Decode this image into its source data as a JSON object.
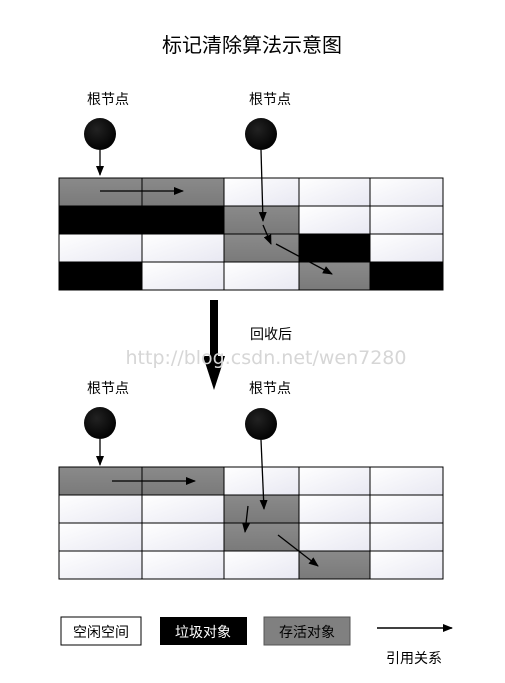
{
  "title": "标记清除算法示意图",
  "root_label": "根节点",
  "after_label": "回收后",
  "watermark": "http://blog.csdn.net/wen7280",
  "legend": {
    "free": "空闲空间",
    "garbage": "垃圾对象",
    "live": "存活对象",
    "reference": "引用关系"
  },
  "colors": {
    "free": "#ffffff",
    "garbage": "#000000",
    "live": "#808080",
    "node": "#000000",
    "watermark": "#d6d6d6"
  },
  "grids": {
    "before": [
      [
        "live",
        "live",
        "free",
        "free",
        "free"
      ],
      [
        "garbage",
        "garbage",
        "live",
        "free",
        "free"
      ],
      [
        "free",
        "free",
        "live",
        "garbage",
        "free"
      ],
      [
        "garbage",
        "free",
        "free",
        "live",
        "garbage"
      ]
    ],
    "after": [
      [
        "live",
        "live",
        "free",
        "free",
        "free"
      ],
      [
        "free",
        "free",
        "live",
        "free",
        "free"
      ],
      [
        "free",
        "free",
        "live",
        "free",
        "free"
      ],
      [
        "free",
        "free",
        "free",
        "live",
        "free"
      ]
    ]
  }
}
